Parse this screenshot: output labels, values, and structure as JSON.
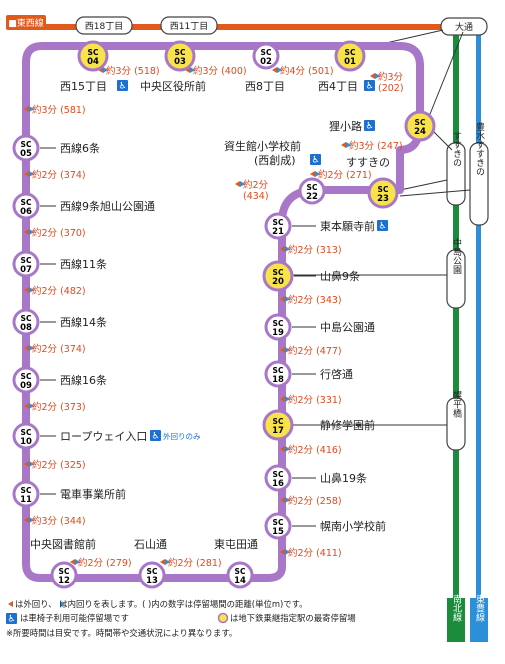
{
  "lines": {
    "tozai": {
      "label": "東西線",
      "color": "#e05a1c"
    },
    "namboku": {
      "label": "南北線",
      "color": "#1a8c3c"
    },
    "toho": {
      "label": "東豊線",
      "color": "#2d8fd8"
    },
    "tram": {
      "color": "#a877c8"
    }
  },
  "metro_stations": [
    "西18丁目",
    "西11丁目",
    "大通",
    "すすきの",
    "豊水すすきの",
    "中島公園",
    "幌平橋"
  ],
  "stops": [
    {
      "id": "sc01",
      "code": "01",
      "name": "西4丁目",
      "subway": true,
      "wheelchair": true
    },
    {
      "id": "sc02",
      "code": "02",
      "name": "西8丁目",
      "subway": false,
      "wheelchair": false
    },
    {
      "id": "sc03",
      "code": "03",
      "name": "中央区役所前",
      "subway": true,
      "wheelchair": false
    },
    {
      "id": "sc04",
      "code": "04",
      "name": "西15丁目",
      "subway": true,
      "wheelchair": true
    },
    {
      "id": "sc05",
      "code": "05",
      "name": "西線6条",
      "subway": false,
      "wheelchair": false
    },
    {
      "id": "sc06",
      "code": "06",
      "name": "西線9条旭山公園通",
      "subway": false,
      "wheelchair": false
    },
    {
      "id": "sc07",
      "code": "07",
      "name": "西線11条",
      "subway": false,
      "wheelchair": false
    },
    {
      "id": "sc08",
      "code": "08",
      "name": "西線14条",
      "subway": false,
      "wheelchair": false
    },
    {
      "id": "sc09",
      "code": "09",
      "name": "西線16条",
      "subway": false,
      "wheelchair": false
    },
    {
      "id": "sc10",
      "code": "10",
      "name": "ロープウェイ入口",
      "subway": false,
      "wheelchair": true,
      "extra": "外回りのみ"
    },
    {
      "id": "sc11",
      "code": "11",
      "name": "電車事業所前",
      "subway": false,
      "wheelchair": false
    },
    {
      "id": "sc12",
      "code": "12",
      "name": "中央図書館前",
      "subway": false,
      "wheelchair": false
    },
    {
      "id": "sc13",
      "code": "13",
      "name": "石山通",
      "subway": false,
      "wheelchair": false
    },
    {
      "id": "sc14",
      "code": "14",
      "name": "東屯田通",
      "subway": false,
      "wheelchair": false
    },
    {
      "id": "sc15",
      "code": "15",
      "name": "幌南小学校前",
      "subway": false,
      "wheelchair": false
    },
    {
      "id": "sc16",
      "code": "16",
      "name": "山鼻19条",
      "subway": false,
      "wheelchair": false
    },
    {
      "id": "sc17",
      "code": "17",
      "name": "静修学園前",
      "subway": true,
      "wheelchair": false
    },
    {
      "id": "sc18",
      "code": "18",
      "name": "行啓通",
      "subway": false,
      "wheelchair": false
    },
    {
      "id": "sc19",
      "code": "19",
      "name": "中島公園通",
      "subway": false,
      "wheelchair": false
    },
    {
      "id": "sc20",
      "code": "20",
      "name": "山鼻9条",
      "subway": true,
      "wheelchair": false
    },
    {
      "id": "sc21",
      "code": "21",
      "name": "東本願寺前",
      "subway": false,
      "wheelchair": true
    },
    {
      "id": "sc22",
      "code": "22",
      "name": "資生館小学校前",
      "name2": "(西創成)",
      "subway": false,
      "wheelchair": true
    },
    {
      "id": "sc23",
      "code": "23",
      "name": "すすきの",
      "subway": true,
      "wheelchair": false
    },
    {
      "id": "sc24",
      "code": "24",
      "name": "狸小路",
      "subway": true,
      "wheelchair": true
    }
  ],
  "segments": [
    {
      "id": "s01",
      "time": "約4分",
      "dist": "(501)"
    },
    {
      "id": "s02",
      "time": "約3分",
      "dist": "(400)"
    },
    {
      "id": "s03",
      "time": "約3分",
      "dist": "(518)"
    },
    {
      "id": "s04",
      "time": "約3分",
      "dist": "(581)"
    },
    {
      "id": "s05",
      "time": "約2分",
      "dist": "(374)"
    },
    {
      "id": "s06",
      "time": "約2分",
      "dist": "(370)"
    },
    {
      "id": "s07",
      "time": "約2分",
      "dist": "(482)"
    },
    {
      "id": "s08",
      "time": "約2分",
      "dist": "(374)"
    },
    {
      "id": "s09",
      "time": "約2分",
      "dist": "(373)"
    },
    {
      "id": "s10",
      "time": "約2分",
      "dist": "(325)"
    },
    {
      "id": "s11",
      "time": "約3分",
      "dist": "(344)"
    },
    {
      "id": "s12",
      "time": "約2分",
      "dist": "(279)"
    },
    {
      "id": "s13",
      "time": "約2分",
      "dist": "(281)"
    },
    {
      "id": "s14",
      "time": "約2分",
      "dist": "(411)"
    },
    {
      "id": "s15",
      "time": "約2分",
      "dist": "(258)"
    },
    {
      "id": "s16",
      "time": "約2分",
      "dist": "(416)"
    },
    {
      "id": "s17",
      "time": "約2分",
      "dist": "(331)"
    },
    {
      "id": "s18",
      "time": "約2分",
      "dist": "(477)"
    },
    {
      "id": "s19",
      "time": "約2分",
      "dist": "(343)"
    },
    {
      "id": "s20",
      "time": "約2分",
      "dist": "(313)"
    },
    {
      "id": "s21",
      "time": "約2分",
      "dist": "(434)"
    },
    {
      "id": "s22",
      "time": "約2分",
      "dist": "(271)"
    },
    {
      "id": "s23",
      "time": "約3分",
      "dist": "(247)"
    },
    {
      "id": "s24",
      "time": "約3分",
      "dist": "(202)"
    }
  ],
  "legend": {
    "line1": "は外回り、 は内回りを表します。( )内の数字は停留場間の距離(単位m)です。",
    "line2": "は車椅子利用可能停留場です",
    "line3": "は地下鉄乗継指定駅の最寄停留場",
    "line4": "※所要時間は目安です。時間帯や交通状況により異なります。"
  },
  "colors": {
    "orange": "#e05a1c",
    "green": "#1a8c3c",
    "blue": "#2d8fd8",
    "purple": "#a877c8",
    "yellow": "#f8e34a",
    "time": "#e0491c",
    "wheelchair": "#1d6fd1"
  }
}
